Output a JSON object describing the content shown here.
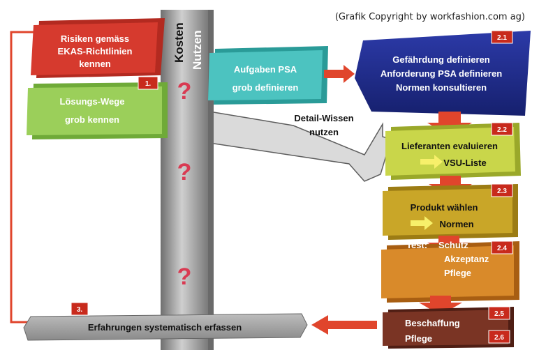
{
  "copyright": "(Grafik Copyright by workfashion.com ag)",
  "pillar": {
    "label_top": "Kosten",
    "label_bottom": "Nutzen",
    "question_mark": "?"
  },
  "boxes": {
    "risiken": {
      "line1": "Risiken gemäss",
      "line2": "EKAS-Richtlinien",
      "line3": "kennen"
    },
    "loesung": {
      "line1": "Lösungs-Wege",
      "line2": "grob kennen",
      "badge": "1."
    },
    "aufgaben": {
      "line1": "Aufgaben PSA",
      "line2": "grob definieren"
    },
    "gefahr": {
      "line1": "Gefährdung definieren",
      "line2": "Anforderung PSA definieren",
      "line3": "Normen konsultieren",
      "badge": "2.1"
    },
    "detail": {
      "line1": "Detail-Wissen",
      "line2": "nutzen"
    },
    "lieferanten": {
      "line1": "Lieferanten evaluieren",
      "line2": "VSU-Liste",
      "badge": "2.2"
    },
    "produkt": {
      "line1": "Produkt wählen",
      "line2": "Normen",
      "badge": "2.3"
    },
    "test": {
      "line1": "Test:",
      "line2": "Schutz",
      "line3": "Akzeptanz",
      "line4": "Pflege",
      "badge": "2.4"
    },
    "beschaffung": {
      "line1": "Beschaffung",
      "line2": "Pflege",
      "badge1": "2.5",
      "badge2": "2.6"
    },
    "erfahrungen": {
      "line1": "Erfahrungen systematisch erfassen",
      "badge": "3."
    }
  },
  "colors": {
    "red": "#d63a2e",
    "green": "#9bcf5a",
    "teal": "#4cc3c0",
    "navy": "#1f2a8c",
    "lime": "#c9d64a",
    "mustard": "#c9a628",
    "orange": "#d98a2a",
    "brown": "#7a3424",
    "arrow": "#e0452c",
    "pillar": "#8f8f8f"
  }
}
